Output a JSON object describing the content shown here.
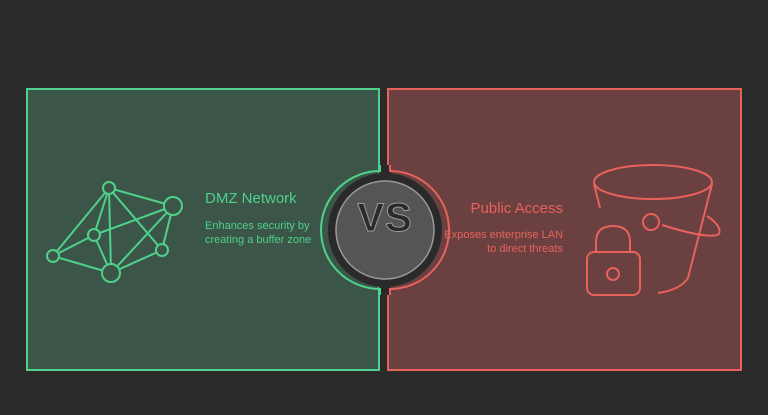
{
  "left": {
    "title": "DMZ Network",
    "description": "Enhances security by creating a buffer zone",
    "icon": "network-graph-icon",
    "color": "#4fd18b",
    "background": "#3b5548"
  },
  "right": {
    "title": "Public Access",
    "description": "Exposes enterprise LAN to direct threats",
    "icon": "bucket-with-lock-icon",
    "color": "#e8625b",
    "background": "#6a4040"
  },
  "center": {
    "label": "VS"
  },
  "page_background": "#2a2a2a"
}
